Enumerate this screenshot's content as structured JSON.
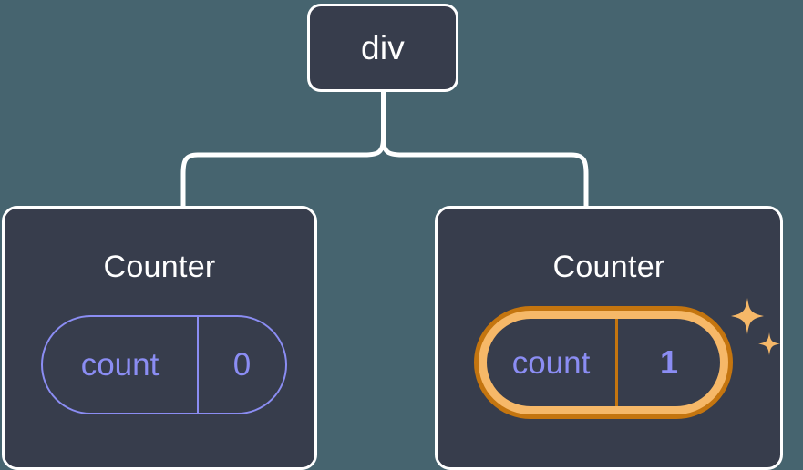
{
  "theme": {
    "background": "#46646f",
    "node_fill": "#373d4c",
    "node_border": "#ffffff",
    "connector": "#ffffff",
    "state_accent": "#8b8df3",
    "highlight_outer": "#c4750f",
    "highlight_inner": "#f6b868",
    "sparkle": "#f6b868",
    "title_text": "#ffffff"
  },
  "tree": {
    "root": {
      "label": "div"
    },
    "children": [
      {
        "title": "Counter",
        "state": {
          "key": "count",
          "value": "0"
        },
        "highlighted": false,
        "sparkles": false
      },
      {
        "title": "Counter",
        "state": {
          "key": "count",
          "value": "1"
        },
        "highlighted": true,
        "sparkles": true,
        "sparkle_icons": [
          "sparkle-large",
          "sparkle-small"
        ]
      }
    ]
  }
}
